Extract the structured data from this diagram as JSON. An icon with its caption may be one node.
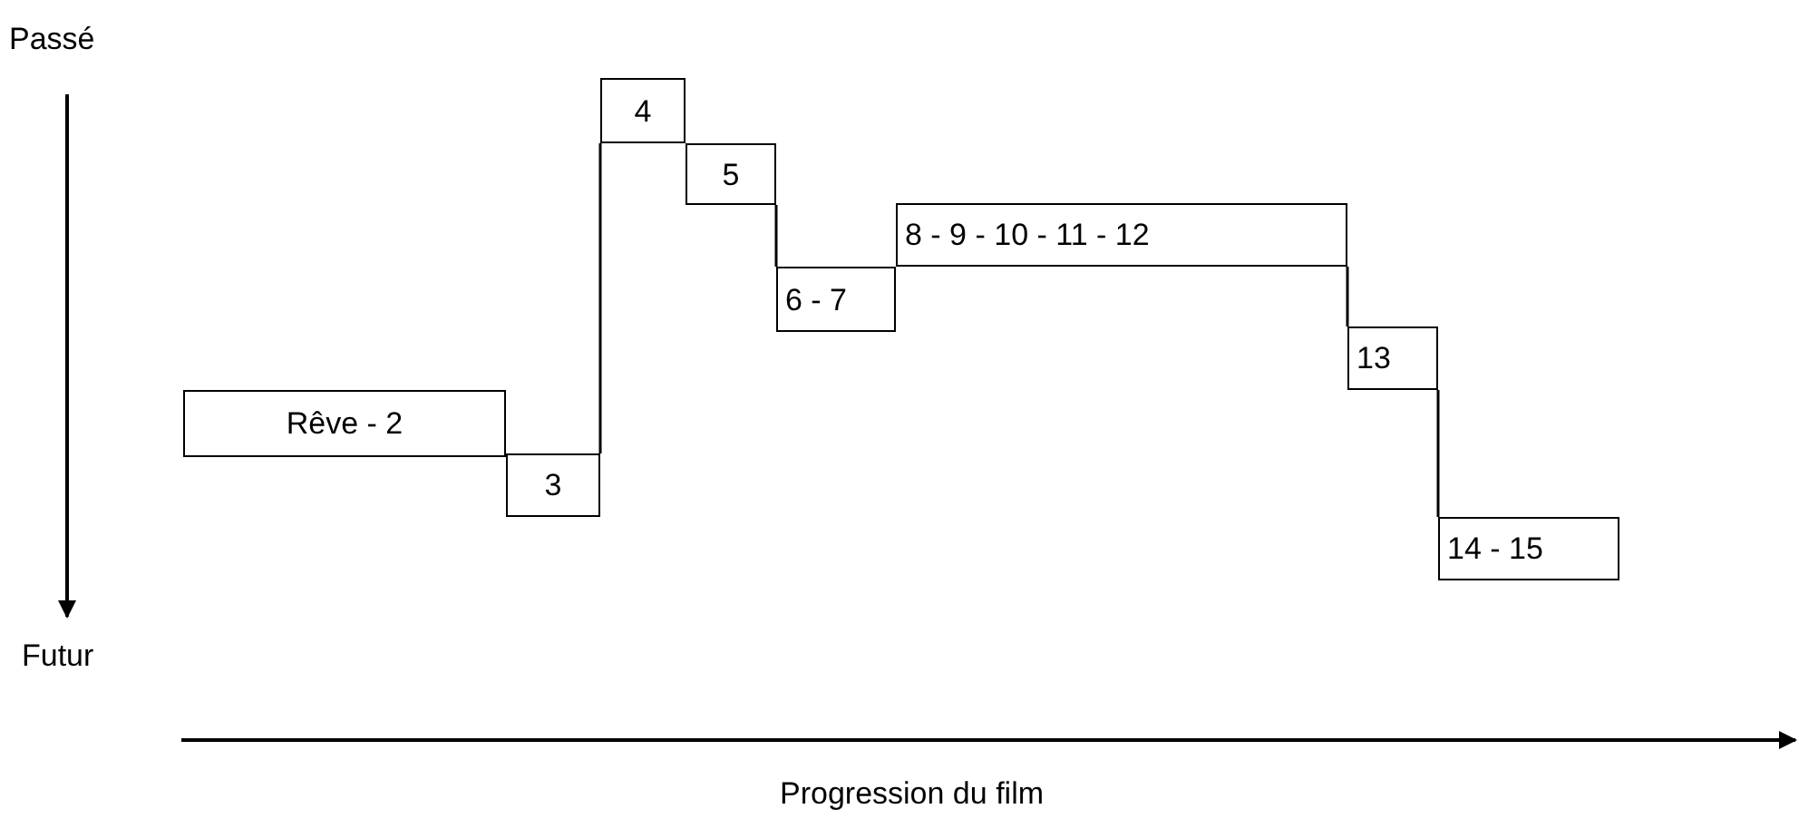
{
  "diagram": {
    "nodes": [
      {
        "text": [
          "Rêve - 2"
        ]
      },
      {
        "text": [
          "3"
        ]
      },
      {
        "text": [
          "4"
        ]
      },
      {
        "text": [
          "5"
        ]
      },
      {
        "text": [
          "6 - 7"
        ]
      },
      {
        "text": [
          "8 - 9 - 10 - 11 - 12"
        ]
      },
      {
        "text": [
          "13"
        ]
      },
      {
        "text": [
          "14 - 15"
        ]
      }
    ],
    "edges": [
      {
        "from": 1,
        "to": 2,
        "arrow": "none"
      },
      {
        "from": 3,
        "to": 4,
        "arrow": "none"
      },
      {
        "from": 5,
        "to": 6,
        "arrow": "none"
      },
      {
        "from": 6,
        "to": 7,
        "arrow": "none"
      }
    ],
    "labels": [
      "Passé",
      "Futur",
      "Progression du film"
    ]
  }
}
